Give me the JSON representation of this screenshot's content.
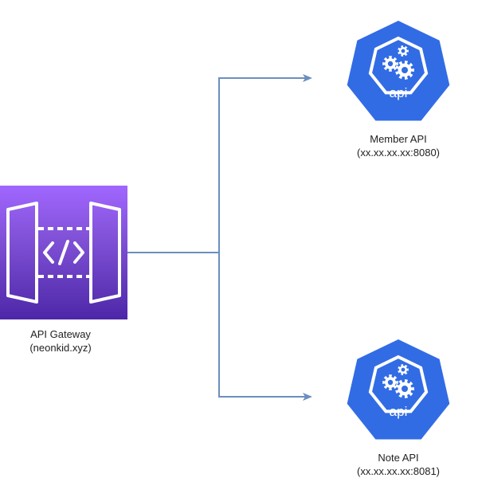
{
  "gateway": {
    "name": "API Gateway",
    "host": "(neonkid.xyz)",
    "icon": "api-gateway-icon"
  },
  "services": [
    {
      "name": "Member API",
      "address": "(xx.xx.xx.xx:8080)",
      "badge": "api",
      "icon": "kubernetes-api-icon"
    },
    {
      "name": "Note API",
      "address": "(xx.xx.xx.xx:8081)",
      "badge": "api",
      "icon": "kubernetes-api-icon"
    }
  ],
  "colors": {
    "gateway_gradient_top": "#a166ff",
    "gateway_gradient_bottom": "#4d27a8",
    "k8s_blue": "#326ce5",
    "connector": "#6c8ebf"
  }
}
